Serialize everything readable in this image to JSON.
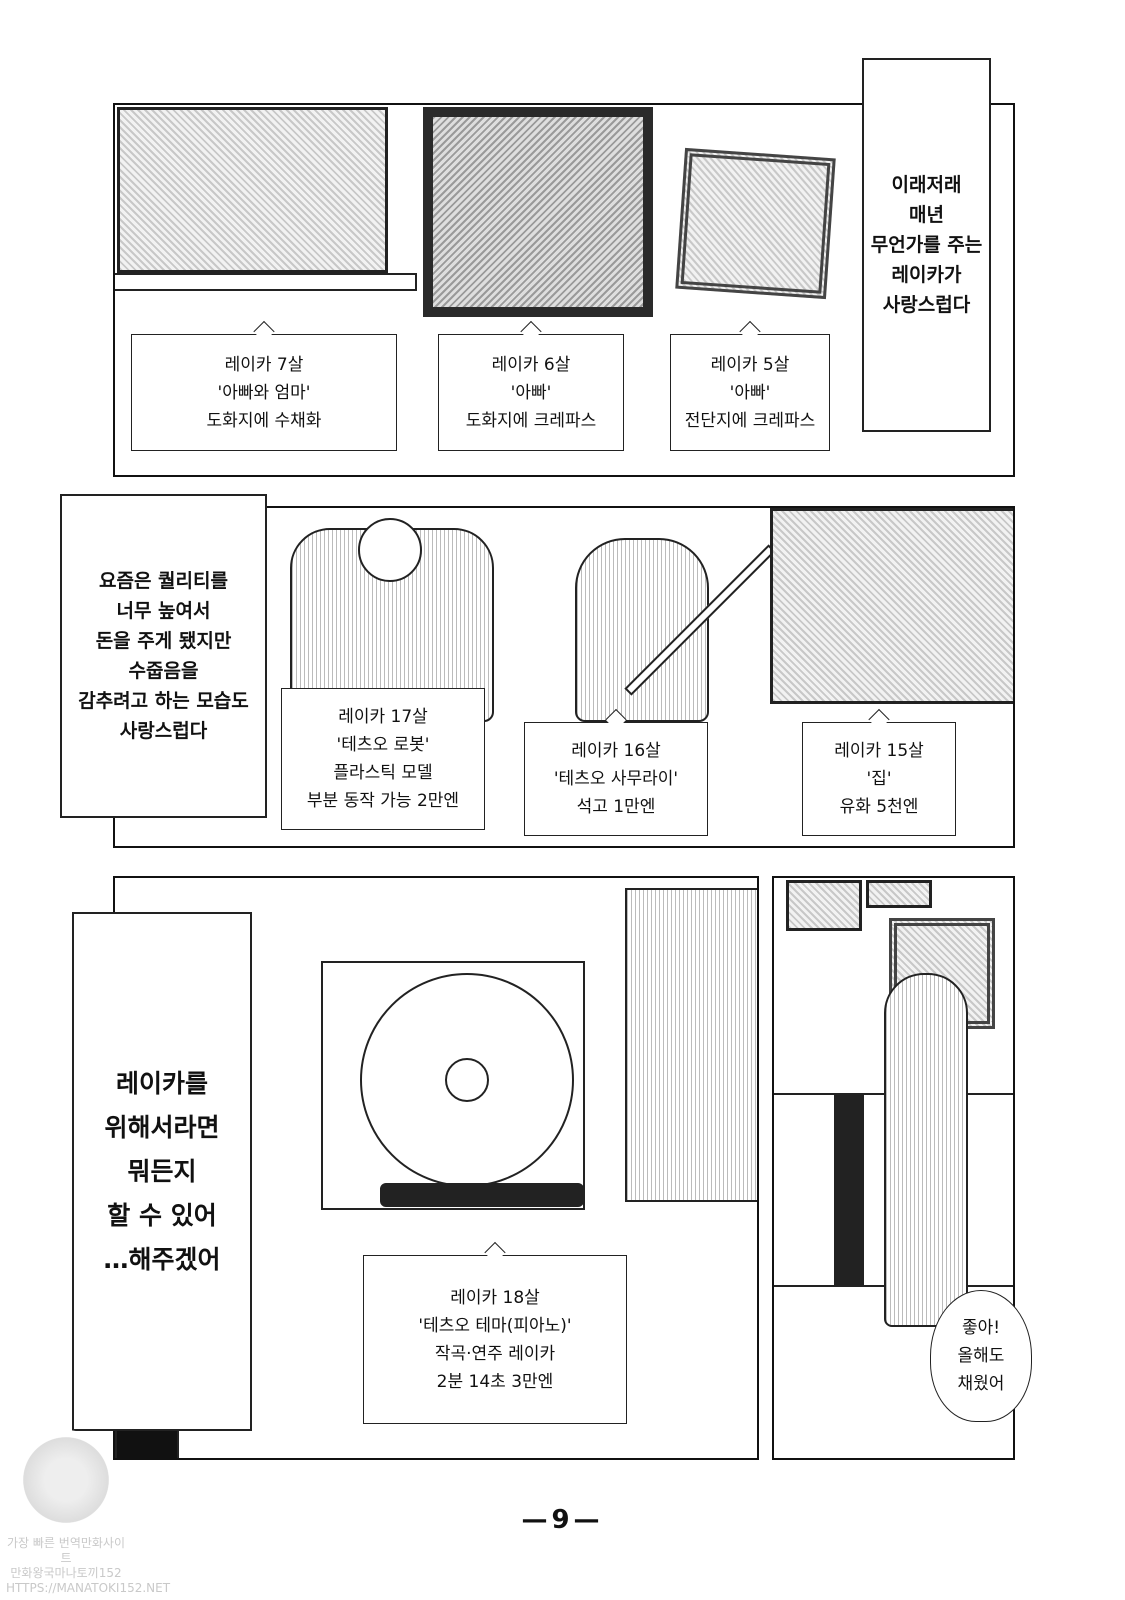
{
  "panel1": {
    "captions": [
      {
        "lines": [
          "레이카 7살",
          "'아빠와 엄마'",
          "도화지에 수채화"
        ]
      },
      {
        "lines": [
          "레이카 6살",
          "'아빠'",
          "도화지에 크레파스"
        ]
      },
      {
        "lines": [
          "레이카 5살",
          "'아빠'",
          "전단지에 크레파스"
        ]
      }
    ],
    "narration": [
      "이래저래",
      "매년",
      "무언가를 주는",
      "레이카가",
      "사랑스럽다"
    ]
  },
  "panel2": {
    "narration": [
      "요즘은 퀄리티를",
      "너무 높여서",
      "돈을 주게 됐지만",
      "수줍음을",
      "감추려고 하는 모습도",
      "사랑스럽다"
    ],
    "captions": [
      {
        "lines": [
          "레이카 17살",
          "'테츠오 로봇'",
          "플라스틱 모델",
          "부분 동작 가능 2만엔"
        ]
      },
      {
        "lines": [
          "레이카 16살",
          "'테츠오 사무라이'",
          "석고 1만엔"
        ]
      },
      {
        "lines": [
          "레이카 15살",
          "'집'",
          "유화 5천엔"
        ]
      }
    ]
  },
  "panel3": {
    "narration": [
      "레이카를",
      "위해서라면",
      "뭐든지",
      "할 수 있어",
      "…해주겠어"
    ],
    "caption": {
      "lines": [
        "레이카 18살",
        "'테츠오 테마(피아노)'",
        "작곡·연주 레이카",
        "2분 14초 3만엔"
      ]
    }
  },
  "panel4": {
    "speech": [
      "좋아!",
      "올해도",
      "채웠어"
    ]
  },
  "page_number": "—9—",
  "watermark": [
    "가장 빠른 번역만화사이트",
    "만화왕국마나토끼152",
    "HTTPS://MANATOKI152.NET"
  ]
}
